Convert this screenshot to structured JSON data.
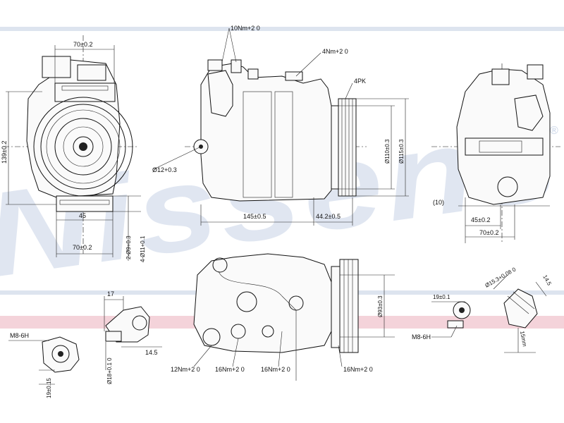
{
  "watermark": {
    "text": "Nissens",
    "reg_mark": "®",
    "color": "#c7d3e6"
  },
  "band_colors": {
    "top": "#dde4ef",
    "stripe": "#f4d3da"
  },
  "labels": {
    "front_width_top": "70±0.2",
    "front_height": "139±0.2",
    "front_offset": "45",
    "front_width_bottom": "70±0.2",
    "front_holes_a": "2-Ø9+0.3",
    "front_holes_b": "4-Ø11+0.1",
    "torque_top": "10Nm+2 0",
    "torque_side": "4Nm+2 0",
    "belt": "4PK",
    "port_dia": "Ø12+0.3",
    "pulley_dia_a": "Ø110±0.3",
    "pulley_dia_b": "Ø115±0.3",
    "body_length": "145±0.5",
    "pulley_offset": "44.2±0.5",
    "side_paren": "(10)",
    "side_offset_a": "45±0.2",
    "side_offset_b": "70±0.2",
    "bottom_pulley_dia": "Ø93±0.3",
    "torque_b1": "12Nm+2 0",
    "torque_b2": "16Nm+2 0",
    "torque_b3": "16Nm+2 0",
    "torque_b4": "16Nm+2 0",
    "fitting_17": "17",
    "fitting_145": "14.5",
    "fitting_dia18": "Ø18+0.1 0",
    "m8_left": "M8-6H",
    "m8_left_dim": "19±0.15",
    "m8_right": "M8-6H",
    "m8_right_dim": "19±0.1",
    "valve_dia": "Ø15.3+0.08 0",
    "valve_14": "14.5",
    "valve_15": "15mm"
  }
}
